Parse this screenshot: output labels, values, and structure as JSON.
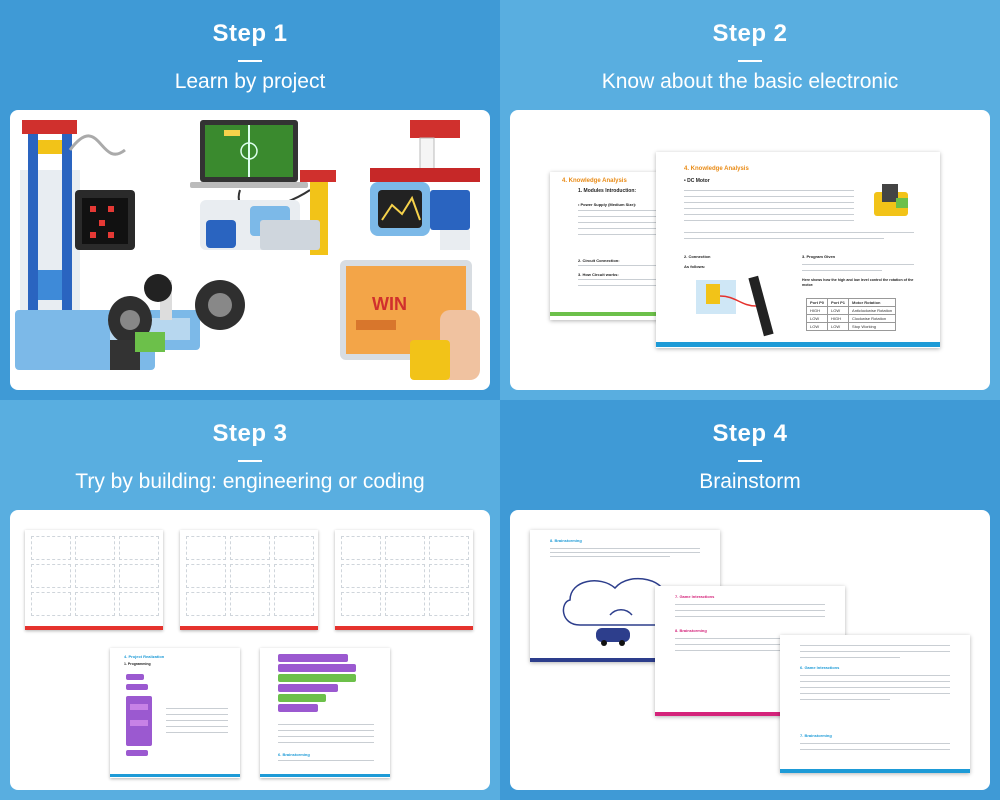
{
  "steps": [
    {
      "title": "Step 1",
      "subtitle": "Learn by project"
    },
    {
      "title": "Step 2",
      "subtitle": "Know about the basic electronic"
    },
    {
      "title": "Step 3",
      "subtitle": "Try by building: engineering or coding"
    },
    {
      "title": "Step 4",
      "subtitle": "Brainstorm"
    }
  ],
  "step1": {
    "game_text": "WIN"
  },
  "step2": {
    "back_page": {
      "title": "4. Knowledge Analysis",
      "heading": "1. Modules Introduction:",
      "item1": "• Power Supply (Medium Size):",
      "item2": "2. Circuit Connection:",
      "item3": "3. How Circuit works:"
    },
    "front_page": {
      "title": "4. Knowledge Analysis",
      "bullet": "• DC Motor",
      "connection": "2. Connection",
      "as_follows": "As follows:",
      "program": "3. Program Given",
      "table_note": "Here shows how the high and low level control the rotation of the motor:",
      "table_header": [
        "Port P0",
        "Port P1",
        "Motor Rotation"
      ],
      "table_rows": [
        [
          "HIGH",
          "LOW",
          "Anticlockwise Rotation"
        ],
        [
          "LOW",
          "HIGH",
          "Clockwise Rotation"
        ],
        [
          "LOW",
          "LOW",
          "Stop Working"
        ]
      ]
    }
  },
  "step3": {
    "page_a_title": "4. Project Realization",
    "page_a_sub": "1. Programming",
    "page_b_title": "6. Brainstorming"
  },
  "step4": {
    "page1_title": "8. Brainstorming",
    "page2_title": "7. Game Interactions",
    "page2_sub": "8. Brainstorming",
    "page3_title": "6. Game Interactions",
    "page3_sub": "7. Brainstorming"
  },
  "colors": {
    "accent_orange": "#e98b16",
    "red_bar": "#e5322d",
    "green_bar": "#6cc04a",
    "blue_bar": "#1e9bd7",
    "pink_bar": "#d4237a",
    "navy_bar": "#2d3e8c"
  }
}
